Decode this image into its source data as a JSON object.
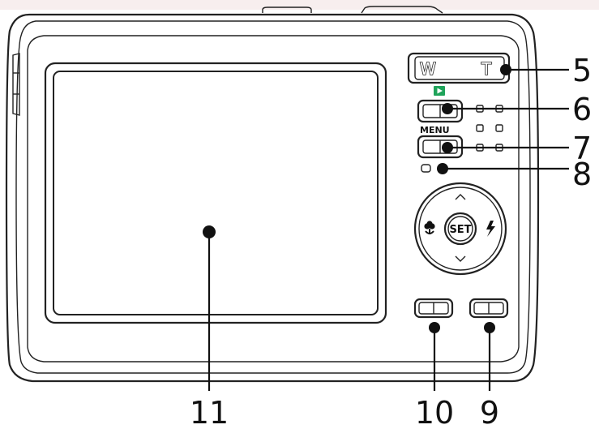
{
  "labels": {
    "c5": "5",
    "c6": "6",
    "c7": "7",
    "c8": "8",
    "c9": "9",
    "c10": "10",
    "c11": "11"
  },
  "zoom_control": {
    "wide": "W",
    "tele": "T"
  },
  "menu_label": "MENU",
  "set_label": "SET",
  "colors": {
    "outline": "#222222",
    "screen": "#ffffff",
    "playback_icon": "#1fa35a",
    "background": "#ffffff",
    "band": "#f7eeee"
  },
  "icons": {
    "playback": "play-icon",
    "macro": "macro-flower-icon",
    "flash": "flash-bolt-icon",
    "up": "chevron-up-icon",
    "down": "chevron-down-icon"
  }
}
